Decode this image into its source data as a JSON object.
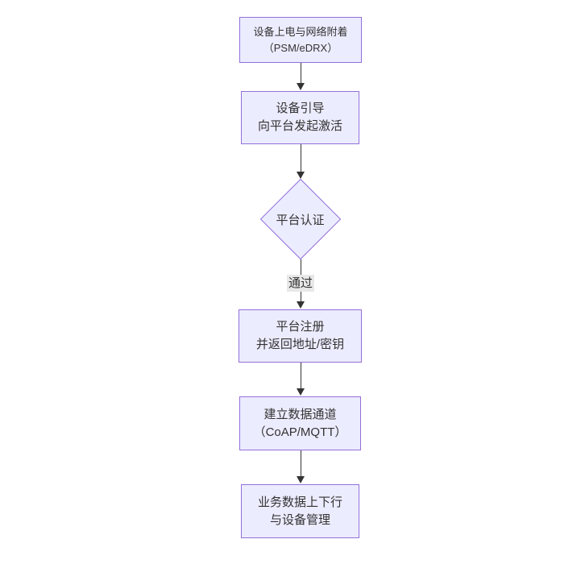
{
  "diagram": {
    "type": "flowchart",
    "direction": "top-down",
    "colors": {
      "background": "#ffffff",
      "node_fill": "#ECECFF",
      "node_border": "#9370DB",
      "edge_line": "#333333",
      "edge_label_bg": "#e8e8e8",
      "text": "#333333"
    },
    "nodes": [
      {
        "id": "attach",
        "shape": "rect",
        "lines": [
          "设备上电与网络附着",
          "（PSM/eDRX）"
        ]
      },
      {
        "id": "bootstrap",
        "shape": "rect",
        "lines": [
          "设备引导",
          "向平台发起激活"
        ]
      },
      {
        "id": "auth",
        "shape": "diamond",
        "lines": [
          "平台认证"
        ]
      },
      {
        "id": "register",
        "shape": "rect",
        "lines": [
          "平台注册",
          "并返回地址/密钥"
        ]
      },
      {
        "id": "channel",
        "shape": "rect",
        "lines": [
          "建立数据通道",
          "（CoAP/MQTT）"
        ]
      },
      {
        "id": "business",
        "shape": "rect",
        "lines": [
          "业务数据上下行",
          "与设备管理"
        ]
      }
    ],
    "edges": [
      {
        "from": "attach",
        "to": "bootstrap",
        "label": ""
      },
      {
        "from": "bootstrap",
        "to": "auth",
        "label": ""
      },
      {
        "from": "auth",
        "to": "register",
        "label": "通过"
      },
      {
        "from": "register",
        "to": "channel",
        "label": ""
      },
      {
        "from": "channel",
        "to": "business",
        "label": ""
      }
    ]
  }
}
